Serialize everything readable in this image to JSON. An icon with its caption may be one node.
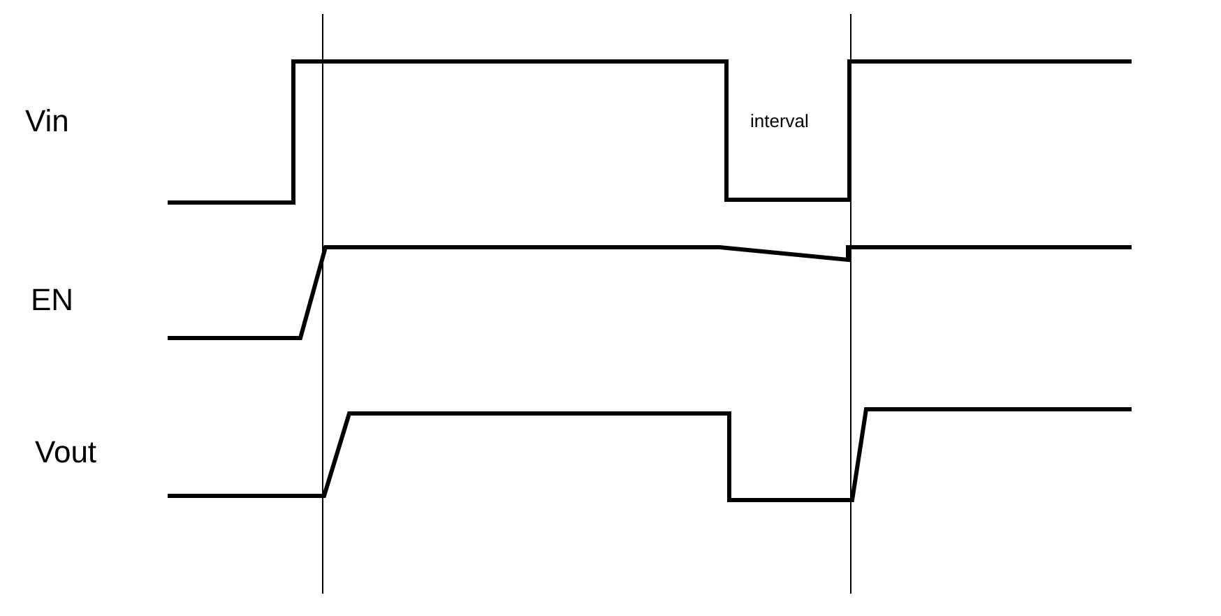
{
  "diagram": {
    "labels": [
      "Vin",
      "interval",
      "EN",
      "Vout"
    ]
  }
}
